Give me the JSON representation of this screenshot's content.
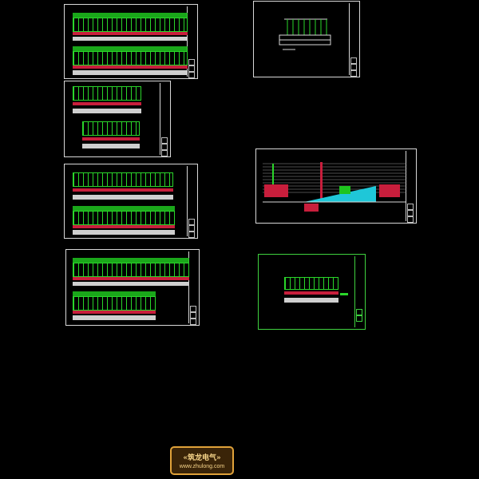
{
  "canvas": {
    "background": "#000000"
  },
  "colors": {
    "frame": "#d8d8d8",
    "green": "#1ec41e",
    "red": "#c81e3c",
    "cyan": "#1fc7d8",
    "accent_frame": "#3fd23f",
    "logo_border": "#e0a23a",
    "logo_text": "#f6d489"
  },
  "drawings": [
    {
      "name": "sheet-1",
      "content": "floor-wiring-plan"
    },
    {
      "name": "sheet-2",
      "content": "floor-wiring-plan"
    },
    {
      "name": "sheet-3",
      "content": "floor-wiring-plan"
    },
    {
      "name": "sheet-4",
      "content": "floor-wiring-plan"
    },
    {
      "name": "sheet-5",
      "content": "distribution-system-diagram"
    },
    {
      "name": "sheet-6",
      "content": "building-elevation-riser"
    },
    {
      "name": "sheet-7",
      "content": "floor-wiring-plan"
    }
  ],
  "watermark": {
    "line1": "«筑龙电气»",
    "line2": "www.zhulong.com"
  }
}
